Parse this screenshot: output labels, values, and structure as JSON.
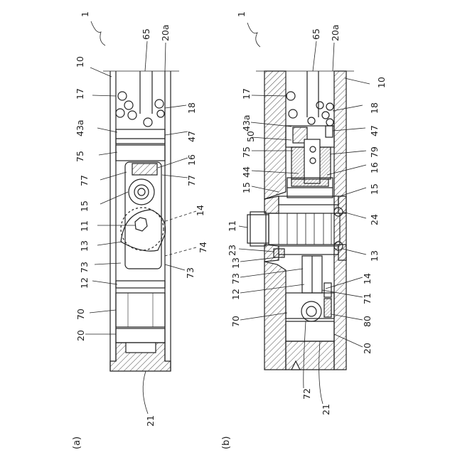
{
  "figure": {
    "panels": [
      {
        "id": "a",
        "label": "(a)"
      },
      {
        "id": "b",
        "label": "(b)"
      }
    ],
    "panel_a_labels": {
      "ref_1": "1",
      "ref_65": "65",
      "ref_20a": "20a",
      "ref_10": "10",
      "ref_17": "17",
      "ref_18": "18",
      "ref_43a": "43a",
      "ref_47": "47",
      "ref_75": "75",
      "ref_16": "16",
      "ref_77_left": "77",
      "ref_77_right": "77",
      "ref_15": "15",
      "ref_14": "14",
      "ref_11": "11",
      "ref_13": "13",
      "ref_74": "74",
      "ref_73_left": "73",
      "ref_73_right": "73",
      "ref_12": "12",
      "ref_70": "70",
      "ref_20": "20",
      "ref_21": "21"
    },
    "panel_b_labels": {
      "ref_1": "1",
      "ref_65": "65",
      "ref_20a": "20a",
      "ref_10": "10",
      "ref_17": "17",
      "ref_18": "18",
      "ref_43a": "43a",
      "ref_47": "47",
      "ref_50": "50",
      "ref_79": "79",
      "ref_75": "75",
      "ref_16": "16",
      "ref_44": "44",
      "ref_15_left": "15",
      "ref_15_right": "15",
      "ref_24": "24",
      "ref_11": "11",
      "ref_23": "23",
      "ref_13_left": "13",
      "ref_13_right": "13",
      "ref_73": "73",
      "ref_14": "14",
      "ref_12": "12",
      "ref_71": "71",
      "ref_70": "70",
      "ref_80": "80",
      "ref_20": "20",
      "ref_72": "72",
      "ref_21": "21"
    }
  }
}
